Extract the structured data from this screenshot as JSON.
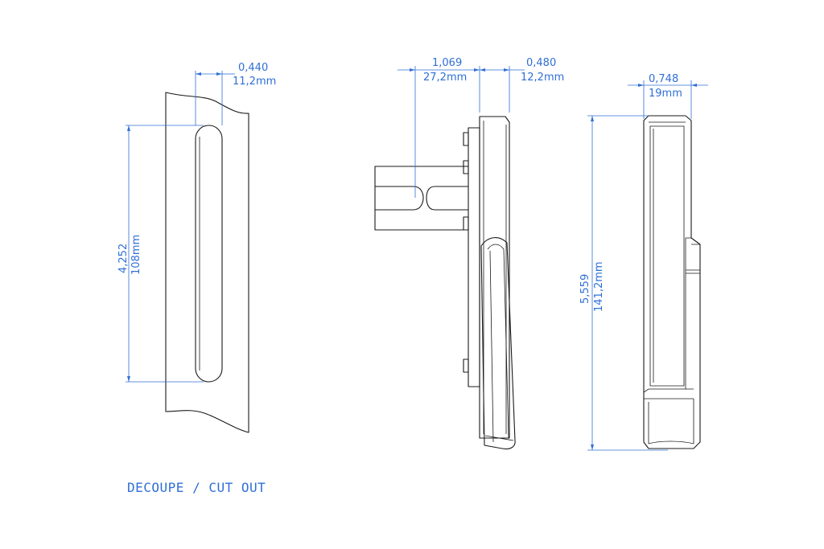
{
  "dimensions": {
    "slot_width_in": "0,440",
    "slot_width_mm": "11,2mm",
    "slot_height_in": "4,252",
    "slot_height_mm": "108mm",
    "projection_in": "1,069",
    "projection_mm": "27,2mm",
    "plate_depth_in": "0,480",
    "plate_depth_mm": "12,2mm",
    "front_width_in": "0,748",
    "front_width_mm": "19mm",
    "total_height_in": "5,559",
    "total_height_mm": "141,2mm"
  },
  "caption": "DECOUPE / CUT OUT"
}
